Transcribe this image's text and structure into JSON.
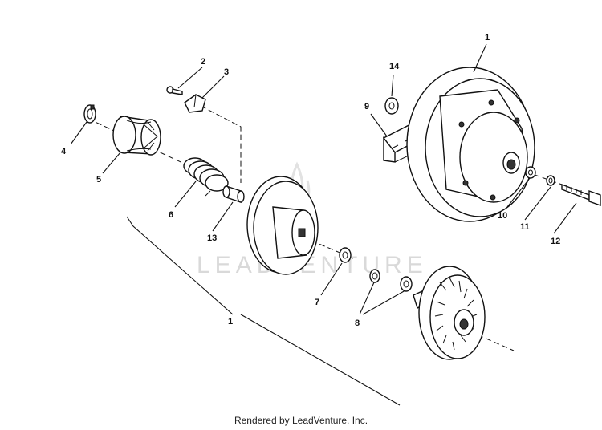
{
  "callouts": {
    "c1a": "1",
    "c1b": "1",
    "c2": "2",
    "c3": "3",
    "c4": "4",
    "c5": "5",
    "c6": "6",
    "c7": "7",
    "c8": "8",
    "c9": "9",
    "c10": "10",
    "c11": "11",
    "c12": "12",
    "c13": "13",
    "c14": "14"
  },
  "watermark": "LEADVENTURE",
  "footer": "Rendered by LeadVenture, Inc."
}
